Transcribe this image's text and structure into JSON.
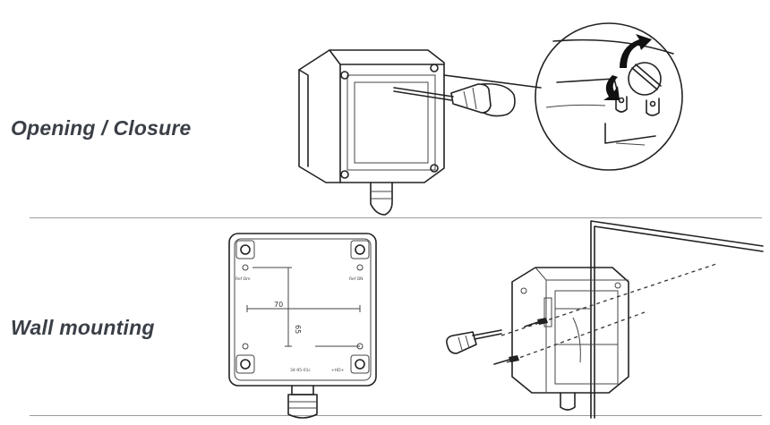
{
  "sections": [
    {
      "label": "Opening / Closure"
    },
    {
      "label": "Wall mounting"
    }
  ],
  "drawing": {
    "dimension_horizontal": "70",
    "dimension_vertical": "65",
    "hole_label_left": "Ref Dm",
    "hole_label_right": "Ref DN",
    "part_number": "34-95-01c",
    "marking": "+HD+"
  },
  "icons": {
    "open_close": "screwdriver-box-icon",
    "rotate_arrow": "rotate-arrow-icon",
    "wall_mount": "wall-mount-icon"
  }
}
